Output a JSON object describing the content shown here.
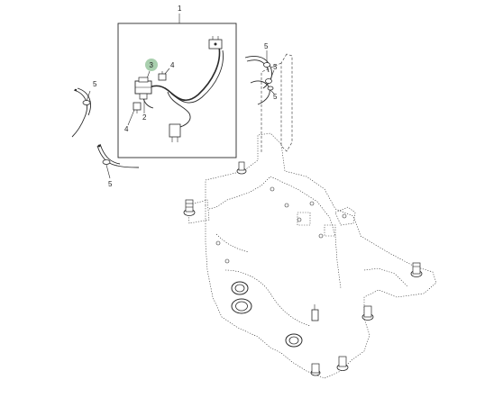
{
  "diagram": {
    "callouts": {
      "c1": "1",
      "c2": "2",
      "c3": "3",
      "c4a": "4",
      "c4b": "4",
      "c5a": "5",
      "c5b": "5",
      "c5c": "5",
      "c5d": "5",
      "c5e": "5"
    },
    "highlight_color": "#a9cfae",
    "line_color": "#2a2a2a"
  }
}
